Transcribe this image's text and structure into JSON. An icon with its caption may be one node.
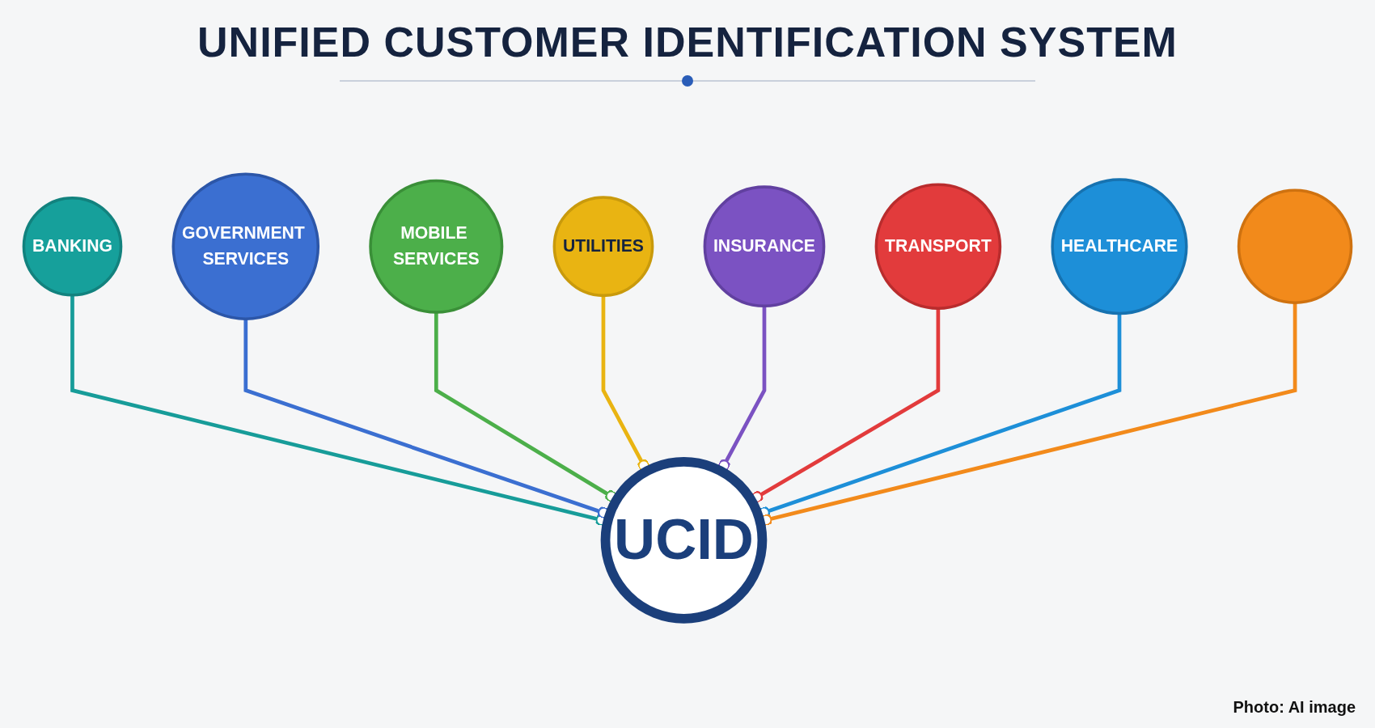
{
  "diagram": {
    "title": "UNIFIED CUSTOMER IDENTIFICATION SYSTEM",
    "caption": "Photo: AI image",
    "nodes": [
      {
        "text": [
          "BANKING"
        ]
      },
      {
        "text": [
          "GOVERNMENT SERVICES"
        ]
      },
      {
        "text": [
          "MOBILE SERVICES"
        ]
      },
      {
        "text": [
          "UCID"
        ]
      },
      {
        "text": [
          "UTILITIES"
        ]
      },
      {
        "text": [
          "INSURANCE"
        ]
      },
      {
        "text": [
          "TRANSPORT"
        ]
      },
      {
        "text": [
          "HEALTHCARE"
        ]
      },
      {
        "text": [],
        "shape": "circle"
      }
    ],
    "edges": [
      {
        "from": 0,
        "to": 3,
        "arrow": "other",
        "color": "#179c99"
      },
      {
        "from": 1,
        "to": 3,
        "arrow": "other",
        "color": "#3b6fd1"
      },
      {
        "from": 2,
        "to": 3,
        "arrow": "other",
        "color": "#4caf4a"
      },
      {
        "from": 4,
        "to": 3,
        "arrow": "other",
        "color": "#e9b412"
      },
      {
        "from": 5,
        "to": 3,
        "arrow": "other",
        "color": "#7b52c2"
      },
      {
        "from": 6,
        "to": 3,
        "arrow": "other",
        "color": "#e23b3c"
      },
      {
        "from": 7,
        "to": 3,
        "arrow": "other",
        "color": "#1d8fd8"
      },
      {
        "from": 8,
        "to": 3,
        "arrow": "other",
        "color": "#f28a1b"
      }
    ]
  }
}
